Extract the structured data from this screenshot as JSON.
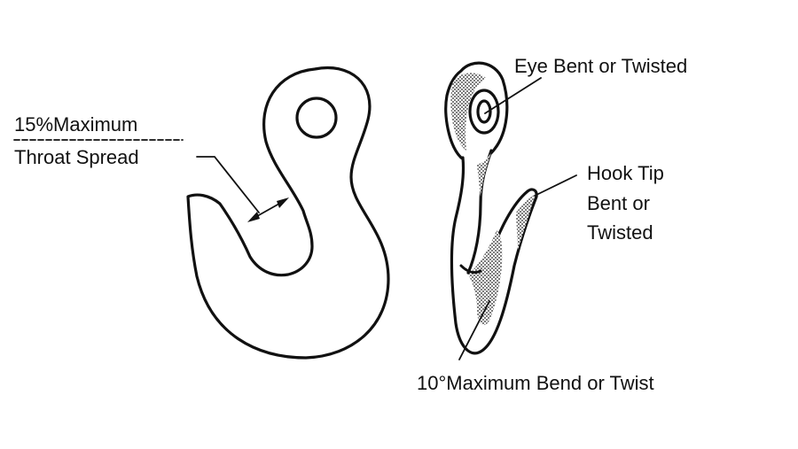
{
  "labels": {
    "throat_line1": "15%Maximum",
    "throat_line2": "Throat Spread",
    "eye": "Eye Bent or Twisted",
    "tip_line1": "Hook Tip",
    "tip_line2": "Bent or",
    "tip_line3": "Twisted",
    "bend": "10°Maximum Bend or Twist"
  },
  "colors": {
    "ink": "#111111",
    "background": "#ffffff"
  }
}
